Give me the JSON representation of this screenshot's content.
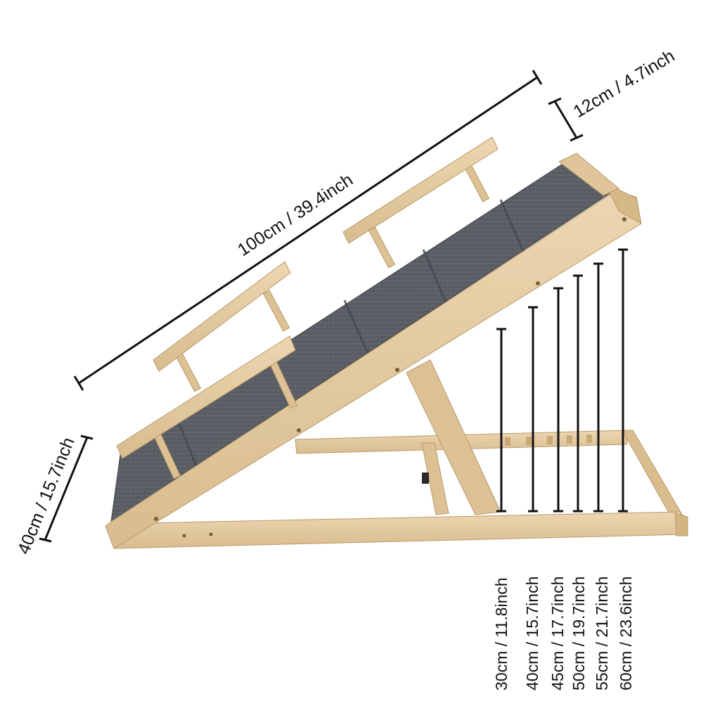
{
  "dimensions": {
    "length": "100cm / 39.4inch",
    "rail_height": "12cm / 4.7inch",
    "base_height": "40cm / 15.7inch"
  },
  "height_settings": [
    "30cm / 11.8inch",
    "40cm / 15.7inch",
    "45cm / 17.7inch",
    "50cm / 19.7inch",
    "55cm / 21.7inch",
    "60cm / 23.6inch"
  ],
  "colors": {
    "wood": "#e3c9a0",
    "wood_dark": "#c9a977",
    "carpet": "#5c5f66",
    "carpet_dark": "#4a4d53",
    "line": "#111111"
  }
}
